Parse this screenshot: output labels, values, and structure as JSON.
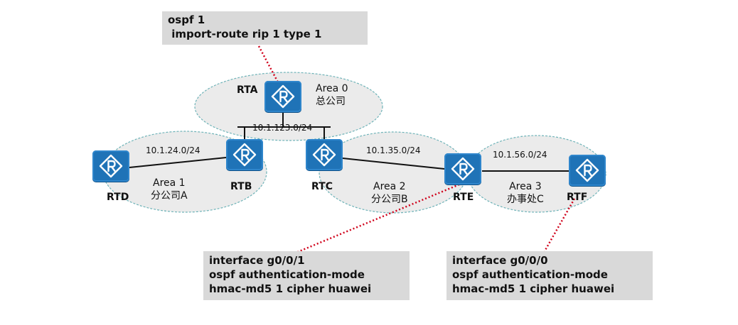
{
  "config_boxes": {
    "rta": {
      "lines": [
        "ospf 1",
        " import-route rip 1 type 1"
      ]
    },
    "rte": {
      "lines": [
        "interface g0/0/1",
        "ospf authentication-mode",
        "hmac-md5 1 cipher huawei"
      ]
    },
    "rtf": {
      "lines": [
        "interface g0/0/0",
        "ospf authentication-mode",
        "hmac-md5 1 cipher huawei"
      ]
    }
  },
  "routers": {
    "rta": {
      "label": "RTA",
      "icon": "router-icon"
    },
    "rtb": {
      "label": "RTB",
      "icon": "router-icon"
    },
    "rtc": {
      "label": "RTC",
      "icon": "router-icon"
    },
    "rtd": {
      "label": "RTD",
      "icon": "router-icon"
    },
    "rte": {
      "label": "RTE",
      "icon": "router-icon"
    },
    "rtf": {
      "label": "RTF",
      "icon": "router-icon"
    }
  },
  "areas": {
    "area0": {
      "name": "Area 0",
      "desc": "总公司"
    },
    "area1": {
      "name": "Area 1",
      "desc": "分公司A"
    },
    "area2": {
      "name": "Area 2",
      "desc": "分公司B"
    },
    "area3": {
      "name": "Area 3",
      "desc": "办事处C"
    }
  },
  "networks": {
    "net123": "10.1.123.0/24",
    "net24": "10.1.24.0/24",
    "net35": "10.1.35.0/24",
    "net56": "10.1.56.0/24"
  },
  "colors": {
    "router_fill": "#1f73b7",
    "area_fill": "#ebebeb",
    "area_border": "#6fb3b8",
    "callout_line": "#d0021b",
    "config_box_fill": "#d9d9d9"
  }
}
